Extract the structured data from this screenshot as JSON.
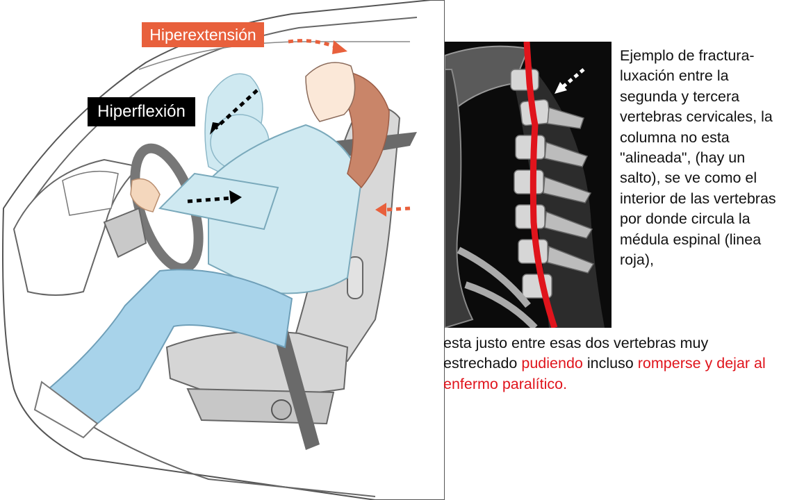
{
  "labels": {
    "hiperextension": "Hiperextensión",
    "hiperflexion": "Hiperflexión"
  },
  "caption": {
    "side_text": "Ejemplo de fractura-luxación entre la segunda y tercera vertebras cervicales, la columna no esta \"alineada\", (hay un salto), se ve como el interior de las vertebras por donde circula la médula espinal (linea roja),",
    "bottom_text_1": "esta justo entre esas dos vertebras muy estrechado",
    "red_1": "pudiendo",
    "bottom_text_2": "incluso",
    "red_2": "romperse y dejar al enfermo paralítico."
  },
  "colors": {
    "hiperextension_accent": "#e8603c",
    "hiperflexion_accent": "#000000",
    "spinal_cord": "#e0141c",
    "body_light_blue": "#cfe9f1",
    "jeans_blue": "#a8d3ea"
  }
}
